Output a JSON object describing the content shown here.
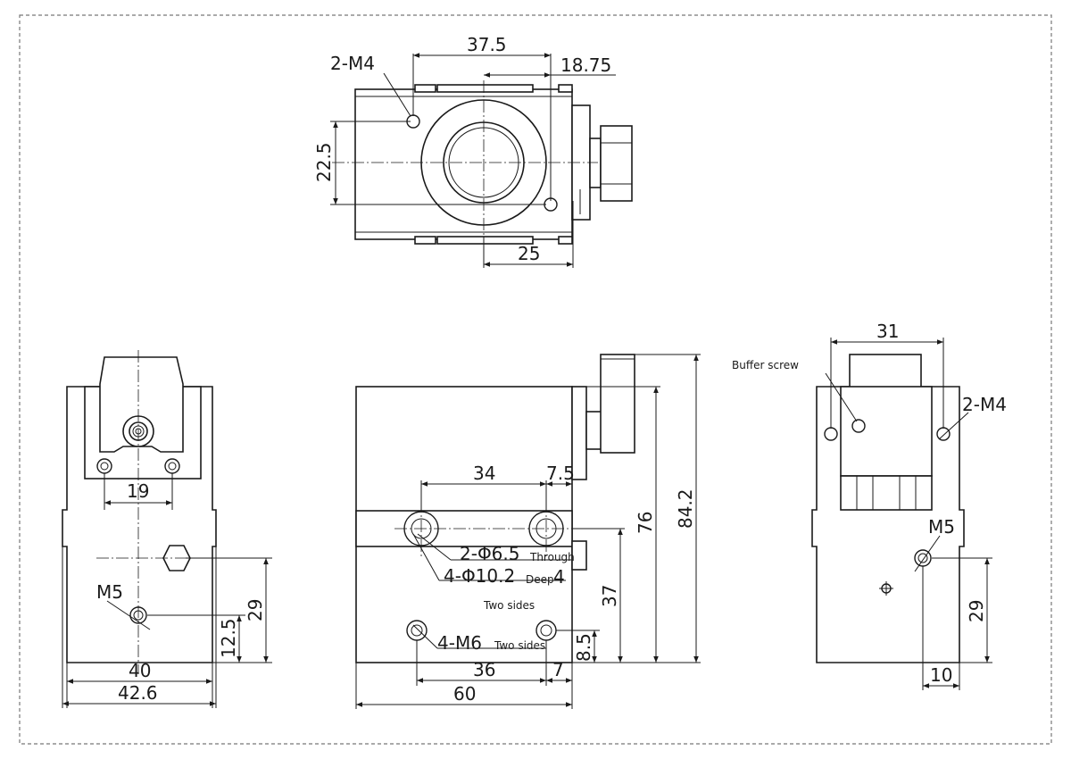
{
  "top_view": {
    "holes_label": "2-M4",
    "dim_horizontal": "37.5",
    "dim_half": "18.75",
    "dim_vertical": "22.5",
    "dim_bottom": "25"
  },
  "left_view": {
    "dim_hole_pitch": "19",
    "thread_label": "M5",
    "dim_29": "29",
    "dim_12_5": "12.5",
    "dim_40": "40",
    "dim_42_6": "42.6"
  },
  "front_view": {
    "dim_34": "34",
    "dim_7_5": "7.5",
    "through_hole": "2-Φ6.5",
    "through_note": "Through",
    "counterbore": "4-Φ10.2",
    "deep_note": "Deep",
    "deep_value": "4",
    "two_sides_1": "Two sides",
    "tapped_holes": "4-M6",
    "two_sides_2": "Two sides",
    "dim_36": "36",
    "dim_7": "7",
    "dim_60": "60",
    "dim_8_5": "8.5",
    "dim_37": "37",
    "dim_76": "76",
    "dim_84_2": "84.2"
  },
  "right_view": {
    "dim_31": "31",
    "buffer_label": "Buffer screw",
    "holes_label": "2-M4",
    "thread_label": "M5",
    "dim_29": "29",
    "dim_10": "10"
  }
}
